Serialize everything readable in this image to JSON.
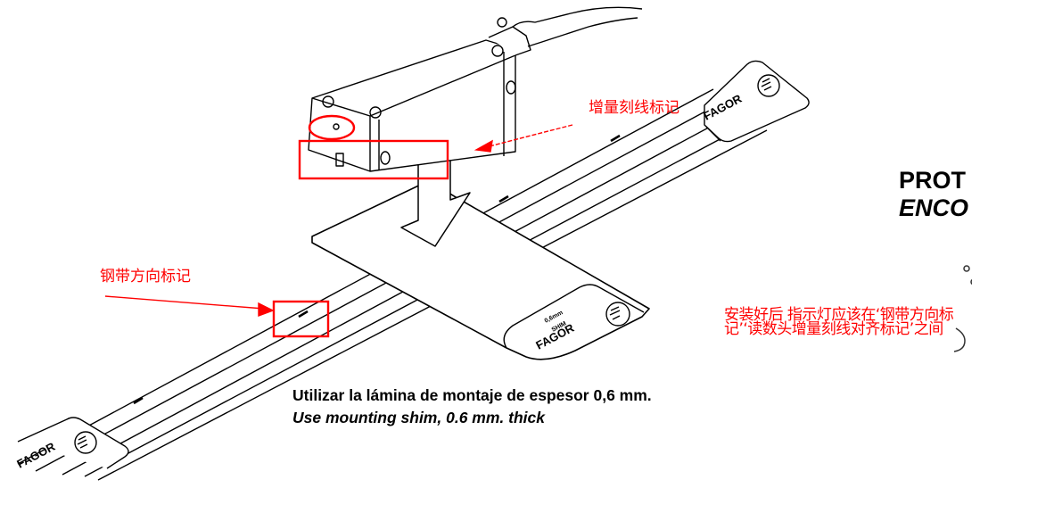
{
  "annotations": {
    "increment_mark_label": "增量刻线标记",
    "tape_direction_label": "钢带方向标记",
    "install_note": "安装好后 指示灯应该在‘钢带方向标记’‘读数头增量刻线对齐标记’之间"
  },
  "title": {
    "line1": "PROT",
    "line2": "ENCO"
  },
  "instructions": {
    "spanish": "Utilizar la lámina de montaje de espesor 0,6 mm.",
    "english": "Use mounting shim, 0.6 mm. thick"
  },
  "drawing": {
    "brand_text": "FAGOR",
    "shim_text_line1": "0,6mm",
    "shim_text_line2": "SHIM",
    "highlight_color": "#ff0000",
    "line_color": "#000000"
  }
}
